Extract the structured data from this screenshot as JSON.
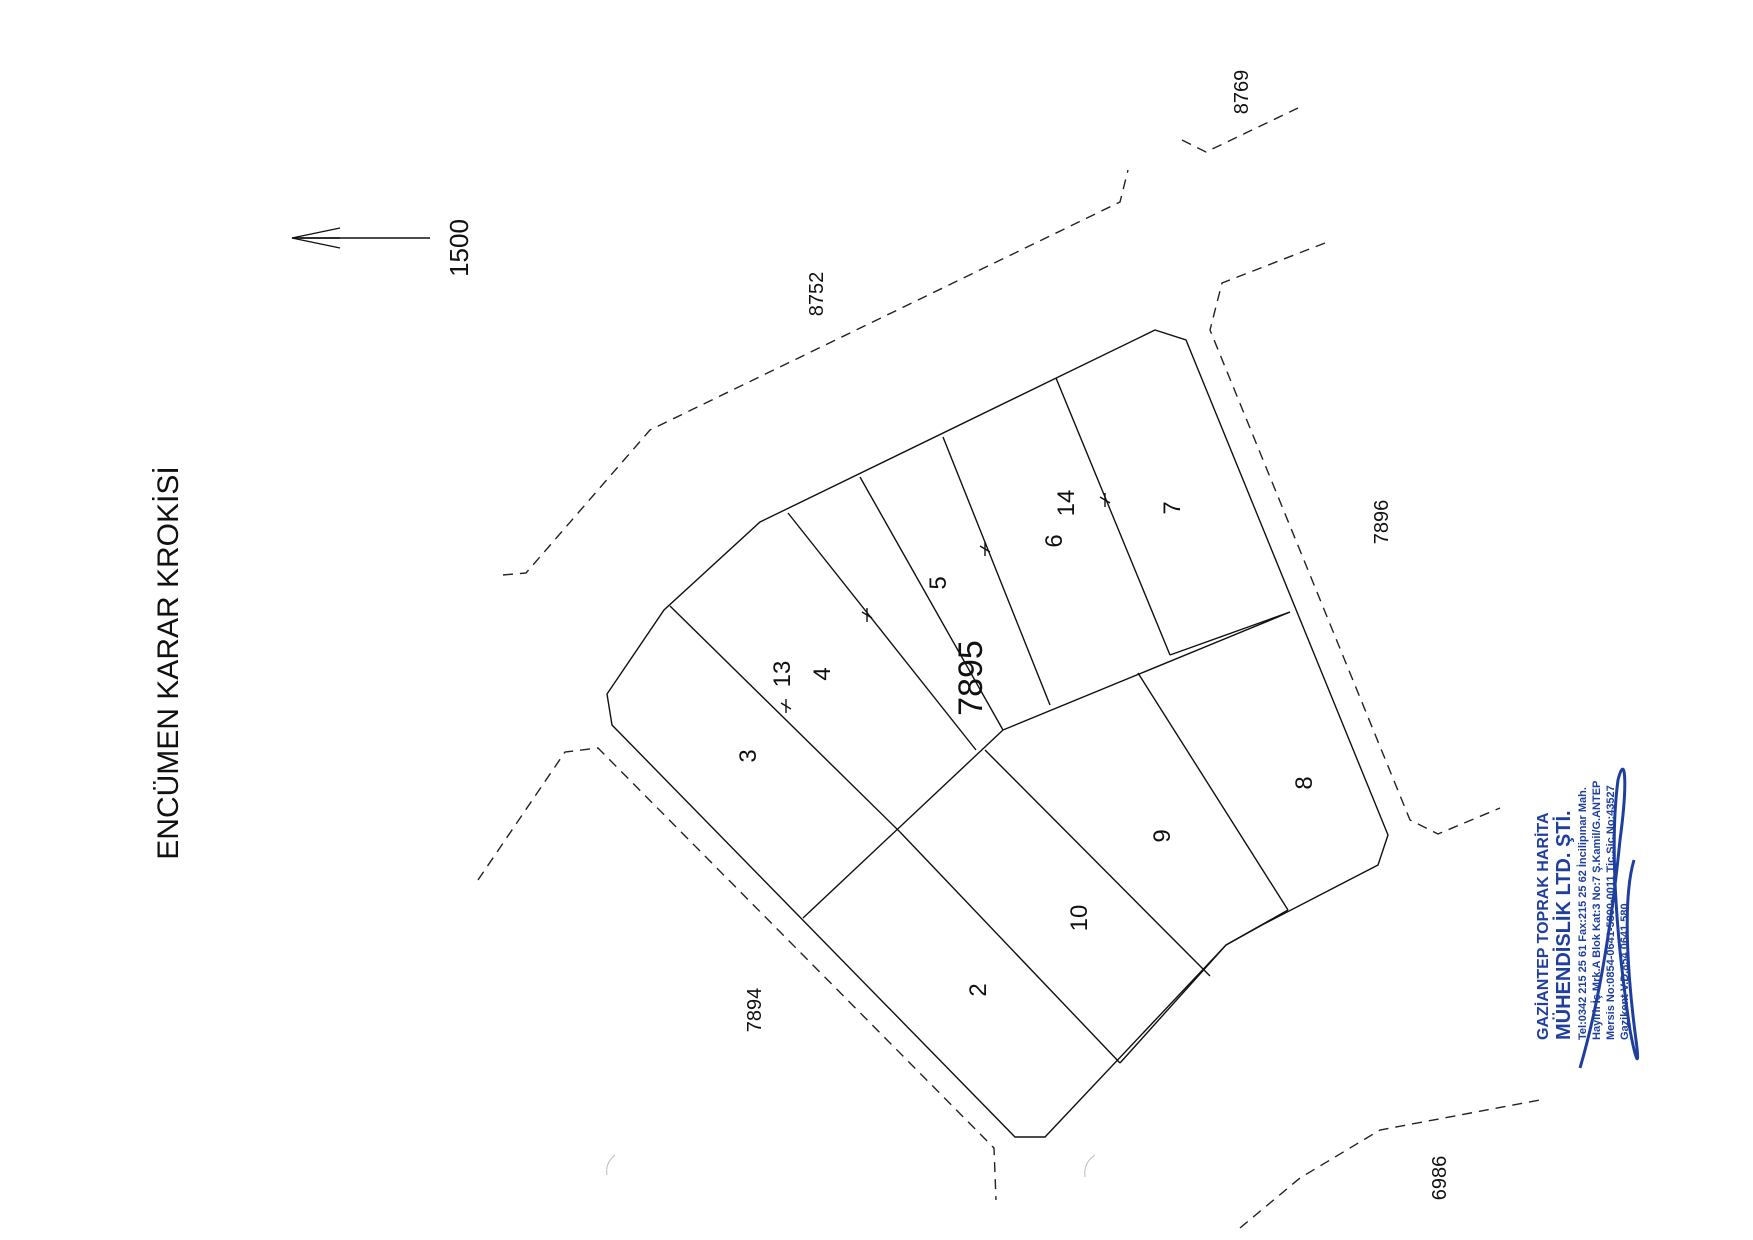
{
  "title": "ENCÜMEN KARAR KROKİSİ",
  "scale": "1500",
  "main_parcel": "7895",
  "lots": {
    "l2": "2",
    "l3": "3",
    "l4": "4",
    "l5": "5",
    "l6": "6",
    "l7": "7",
    "l8": "8",
    "l9": "9",
    "l10": "10",
    "l13": "13",
    "l14": "14"
  },
  "neighbors": {
    "n8752": "8752",
    "n8769": "8769",
    "n7896": "7896",
    "n7894": "7894",
    "n6986": "6986"
  },
  "stamp": {
    "line1": "GAZİANTEP TOPRAK HARİTA",
    "line2": "MÜHENDİSLİK LTD. ŞTİ.",
    "line3": "Tel:0342 215 25 61  Fax:215 25 62  İncilipınar Mah.",
    "line4": "Hayırlı İş Mrk.A Blok Kat:3 No:7 Ş.Kamil/G.ANTEP",
    "line5": "Mersis No:0854-0641-5800-0011 Tic.Sic.No:43527",
    "line6": "Gazikent V.D.854 0641 580"
  },
  "colors": {
    "stamp": "#1f3f9f",
    "ink": "#111111"
  }
}
